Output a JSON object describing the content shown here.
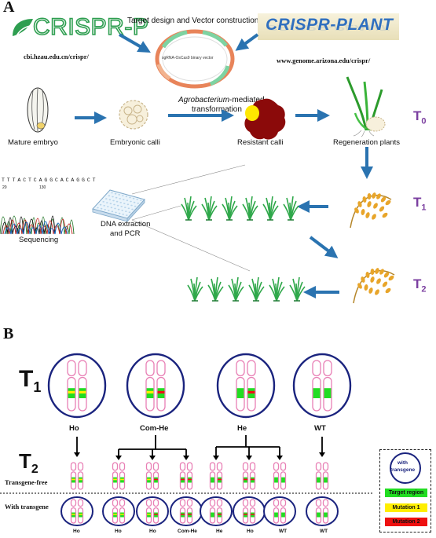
{
  "panel_a": {
    "label": "A",
    "crispr_p": {
      "logo": "CRISPR-P",
      "url": "cbi.hzau.edu.cn/crispr/"
    },
    "crispr_plant": {
      "logo": "CRISPR-PLANT",
      "url": "www.genome.arizona.edu/crispr/"
    },
    "target_design": "Target design and Vector construction",
    "vector_label": "sgRNA-OsCas9 binary vector",
    "agro_1": "Agrobacterium",
    "agro_2": "-mediated",
    "agro_3": "transformation",
    "mature_embryo": "Mature embryo",
    "embryonic_calli": "Embryonic calli",
    "resistant_calli": "Resistant calli",
    "regeneration_plants": "Regeneration plants",
    "sequencing": "Sequencing",
    "dna_1": "DNA extraction",
    "dna_2": "and PCR",
    "seq_text": "T T T A C T C A G G C A C A G G C T",
    "seq_num_1": "20",
    "seq_num_2": "130",
    "t0": {
      "t": "T",
      "sub": "0"
    },
    "t1": {
      "t": "T",
      "sub": "1"
    },
    "t2": {
      "t": "T",
      "sub": "2"
    }
  },
  "panel_b": {
    "label": "B",
    "t1": {
      "t": "T",
      "sub": "1"
    },
    "t2": {
      "t": "T",
      "sub": "2"
    },
    "genotypes": [
      "Ho",
      "Com-He",
      "He",
      "WT"
    ],
    "transgene_free": "Transgene-free",
    "with_transgene": "With transgene",
    "bottom_labels": [
      "Ho",
      "Ho",
      "Ho",
      "Com-He",
      "He",
      "Ho",
      "WT",
      "WT"
    ],
    "legend": {
      "title_1": "with",
      "title_2": "transgene",
      "items": [
        {
          "label": "Target region",
          "color": "#22dd22"
        },
        {
          "label": "Mutation 1",
          "color": "#ffee00"
        },
        {
          "label": "Mutation 2",
          "color": "#ee1111"
        }
      ]
    }
  },
  "colors": {
    "arrow": "#2a73b0",
    "generation": "#7b3fa0",
    "chromosome": "#e87fb5",
    "circle": "#1a237e",
    "crispr_green": "#2e9e50",
    "crispr_blue": "#2f6fbf"
  }
}
